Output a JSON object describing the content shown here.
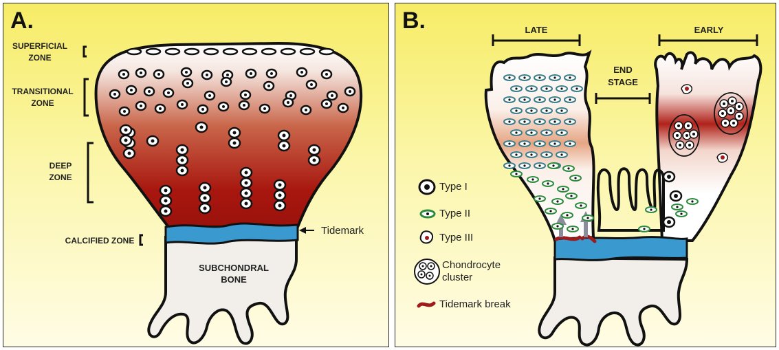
{
  "panel_a": {
    "label": "A.",
    "zones": {
      "superficial_1": "SUPERFICIAL",
      "superficial_2": "ZONE",
      "transitional_1": "TRANSITIONAL",
      "transitional_2": "ZONE",
      "deep_1": "DEEP",
      "deep_2": "ZONE",
      "calcified": "CALCIFIED ZONE"
    },
    "tidemark": "Tidemark",
    "bone_1": "SUBCHONDRAL",
    "bone_2": "BONE"
  },
  "panel_b": {
    "label": "B.",
    "late": "LATE",
    "end_1": "END",
    "end_2": "STAGE",
    "early": "EARLY",
    "legend": {
      "type1": "Type I",
      "type2": "Type II",
      "type3": "Type III",
      "cluster_1": "Chondrocyte",
      "cluster_2": "cluster",
      "tidemark_break": "Tidemark break"
    }
  },
  "colors": {
    "cartilage_top": "#ffffff",
    "cartilage_bottom": "#a8170f",
    "calcified": "#3a9ad0",
    "bone": "#f2efea",
    "type2_cell": "#2e8b3d",
    "type1_cell": "#111111",
    "tidemark_break": "#9e1b1b",
    "arrow": "#8a8d9c"
  }
}
